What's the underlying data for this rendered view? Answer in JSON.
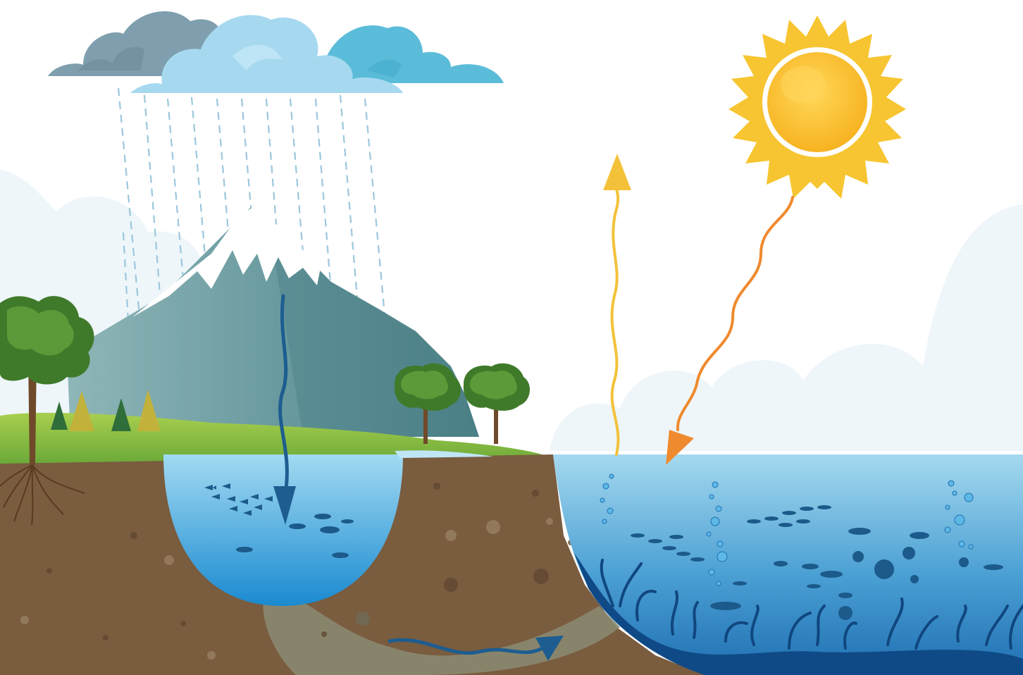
{
  "scene": {
    "elements": {
      "clouds": [
        "dark-cloud",
        "light-cloud",
        "bright-cloud"
      ],
      "sun": "sun",
      "mountain": "snow-capped-mountain",
      "lake": "freshwater-lake",
      "ocean": "ocean",
      "arrows": [
        "infiltration-arrow",
        "groundwater-flow-arrow",
        "evaporation-arrow",
        "solar-radiation-arrow"
      ]
    },
    "colors": {
      "sky": "#ffffff",
      "background_clouds": "#eef6fa",
      "cloud_dark": "#7f9fae",
      "cloud_light": "#a6d9f0",
      "cloud_bright": "#5bbcd9",
      "sun_outer": "#f7c531",
      "sun_inner": "#fcc631",
      "mountain": "#6a9ba0",
      "snow": "#ffffff",
      "grass": "#79b23c",
      "soil": "#7a5c3f",
      "groundwater": "#8a8870",
      "lake": "#4fb1e6",
      "ocean_top": "#9dd5ed",
      "ocean_bottom": "#1f6fb2",
      "seabed": "#0f4a86",
      "evaporation_arrow": "#f3c23a",
      "sun_ray_arrow": "#ef8a2e",
      "flow_arrow": "#1d5d90",
      "fish": "#1b5a8a"
    }
  }
}
